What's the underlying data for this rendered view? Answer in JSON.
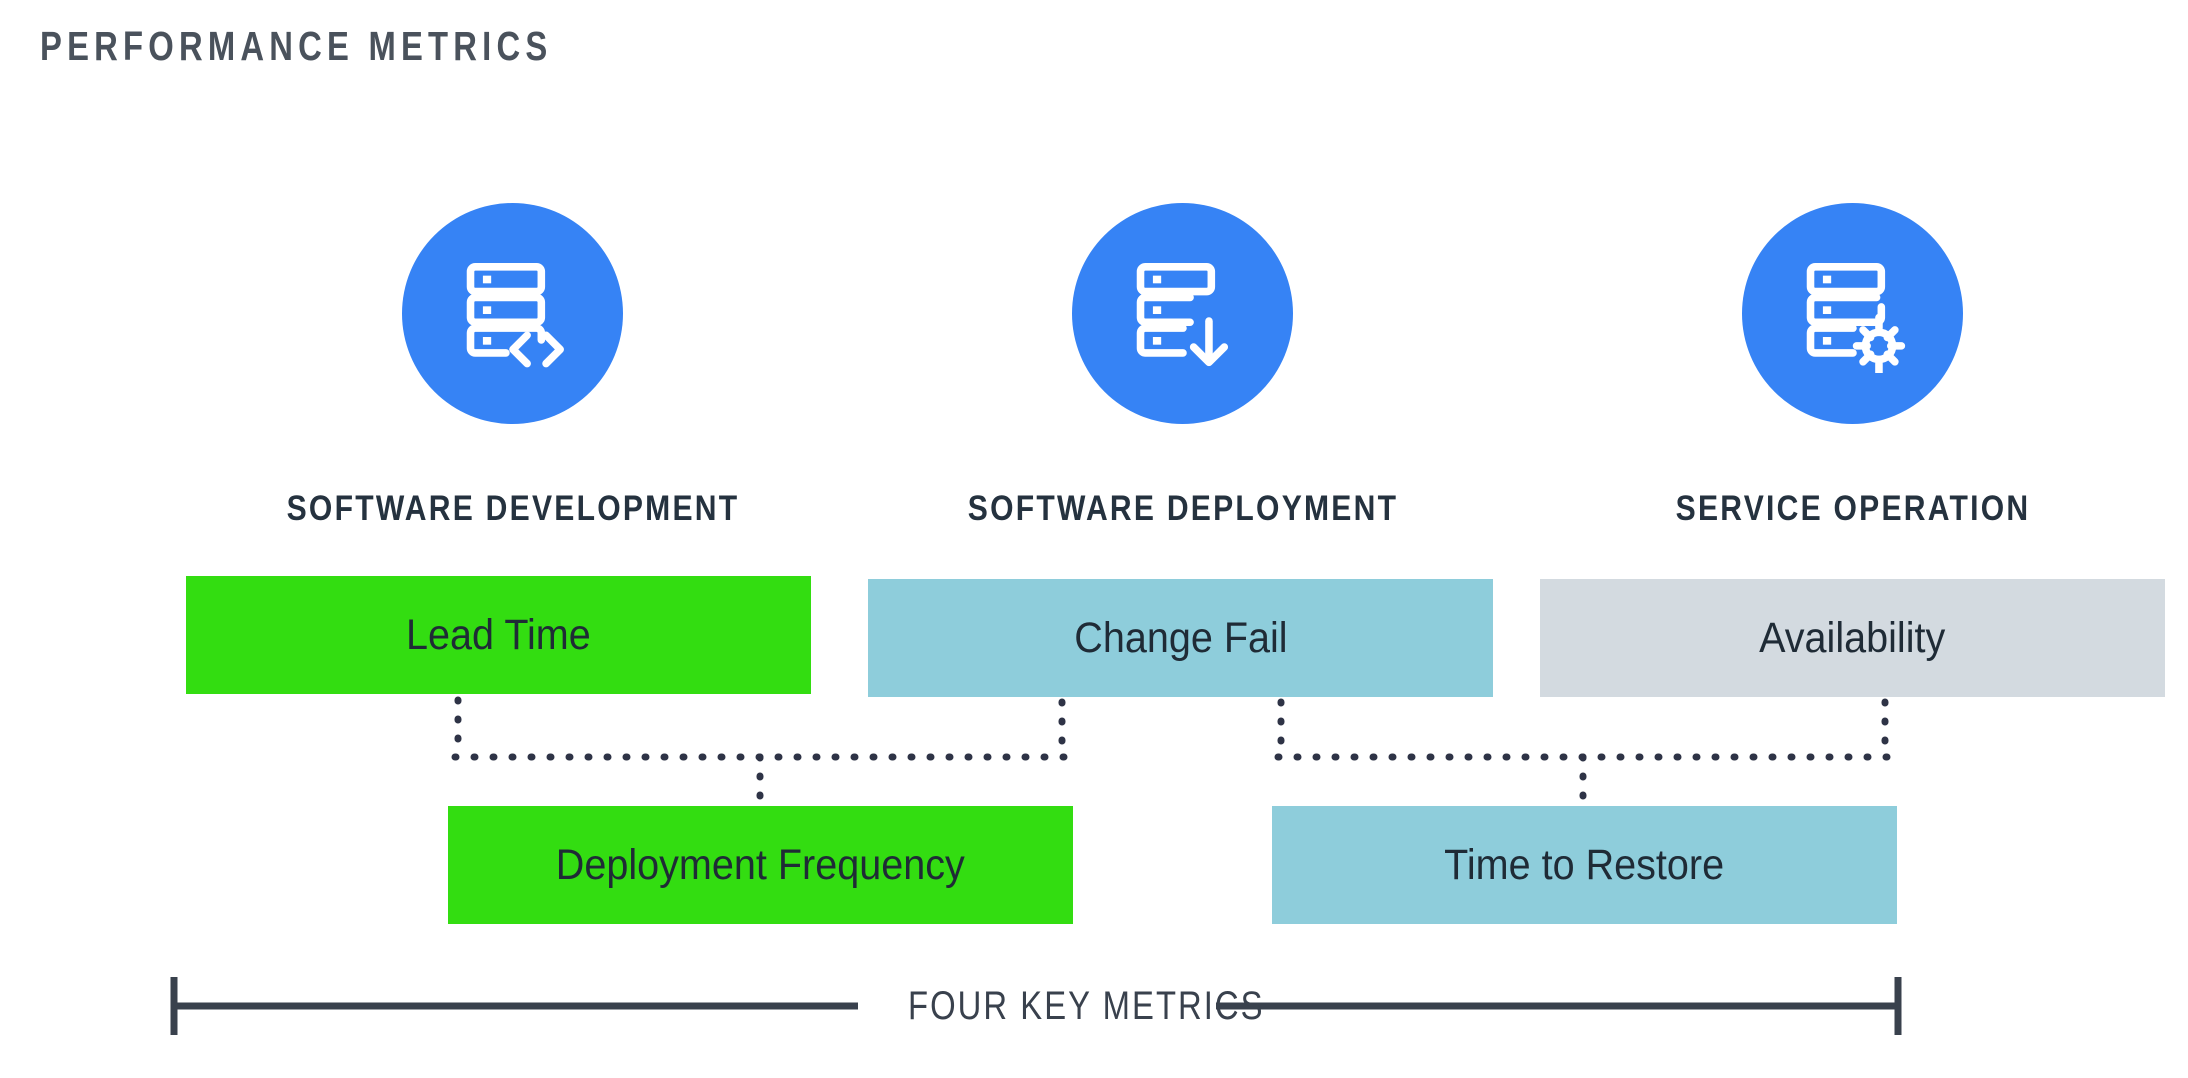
{
  "page": {
    "title": "PERFORMANCE METRICS",
    "background_color": "#ffffff"
  },
  "colors": {
    "icon_circle_blue": "#3683f5",
    "icon_glyph": "#ffffff",
    "title_gray": "#4a525c",
    "heading_navy": "#25323f",
    "bar_green": "#33dd11",
    "bar_teal": "#8ecddb",
    "bar_gray": "#d3dae0",
    "bar_text": "#1f2b36",
    "connector_dot": "#2e3346",
    "bracket_line": "#39414d"
  },
  "columns": [
    {
      "heading": "SOFTWARE DEVELOPMENT",
      "icon": "server-code-icon",
      "icon_label": "server stack with code brackets"
    },
    {
      "heading": "SOFTWARE DEPLOYMENT",
      "icon": "server-download-icon",
      "icon_label": "server stack with down arrow"
    },
    {
      "heading": "SERVICE OPERATION",
      "icon": "server-gear-icon",
      "icon_label": "server stack with gear"
    }
  ],
  "metrics": {
    "top_row": [
      {
        "label": "Lead Time",
        "color_key": "bar_green"
      },
      {
        "label": "Change Fail",
        "color_key": "bar_teal"
      },
      {
        "label": "Availability",
        "color_key": "bar_gray"
      }
    ],
    "bottom_row": [
      {
        "label": "Deployment Frequency",
        "color_key": "bar_green"
      },
      {
        "label": "Time to Restore",
        "color_key": "bar_teal"
      }
    ]
  },
  "bracket": {
    "label": "FOUR KEY METRICS"
  }
}
